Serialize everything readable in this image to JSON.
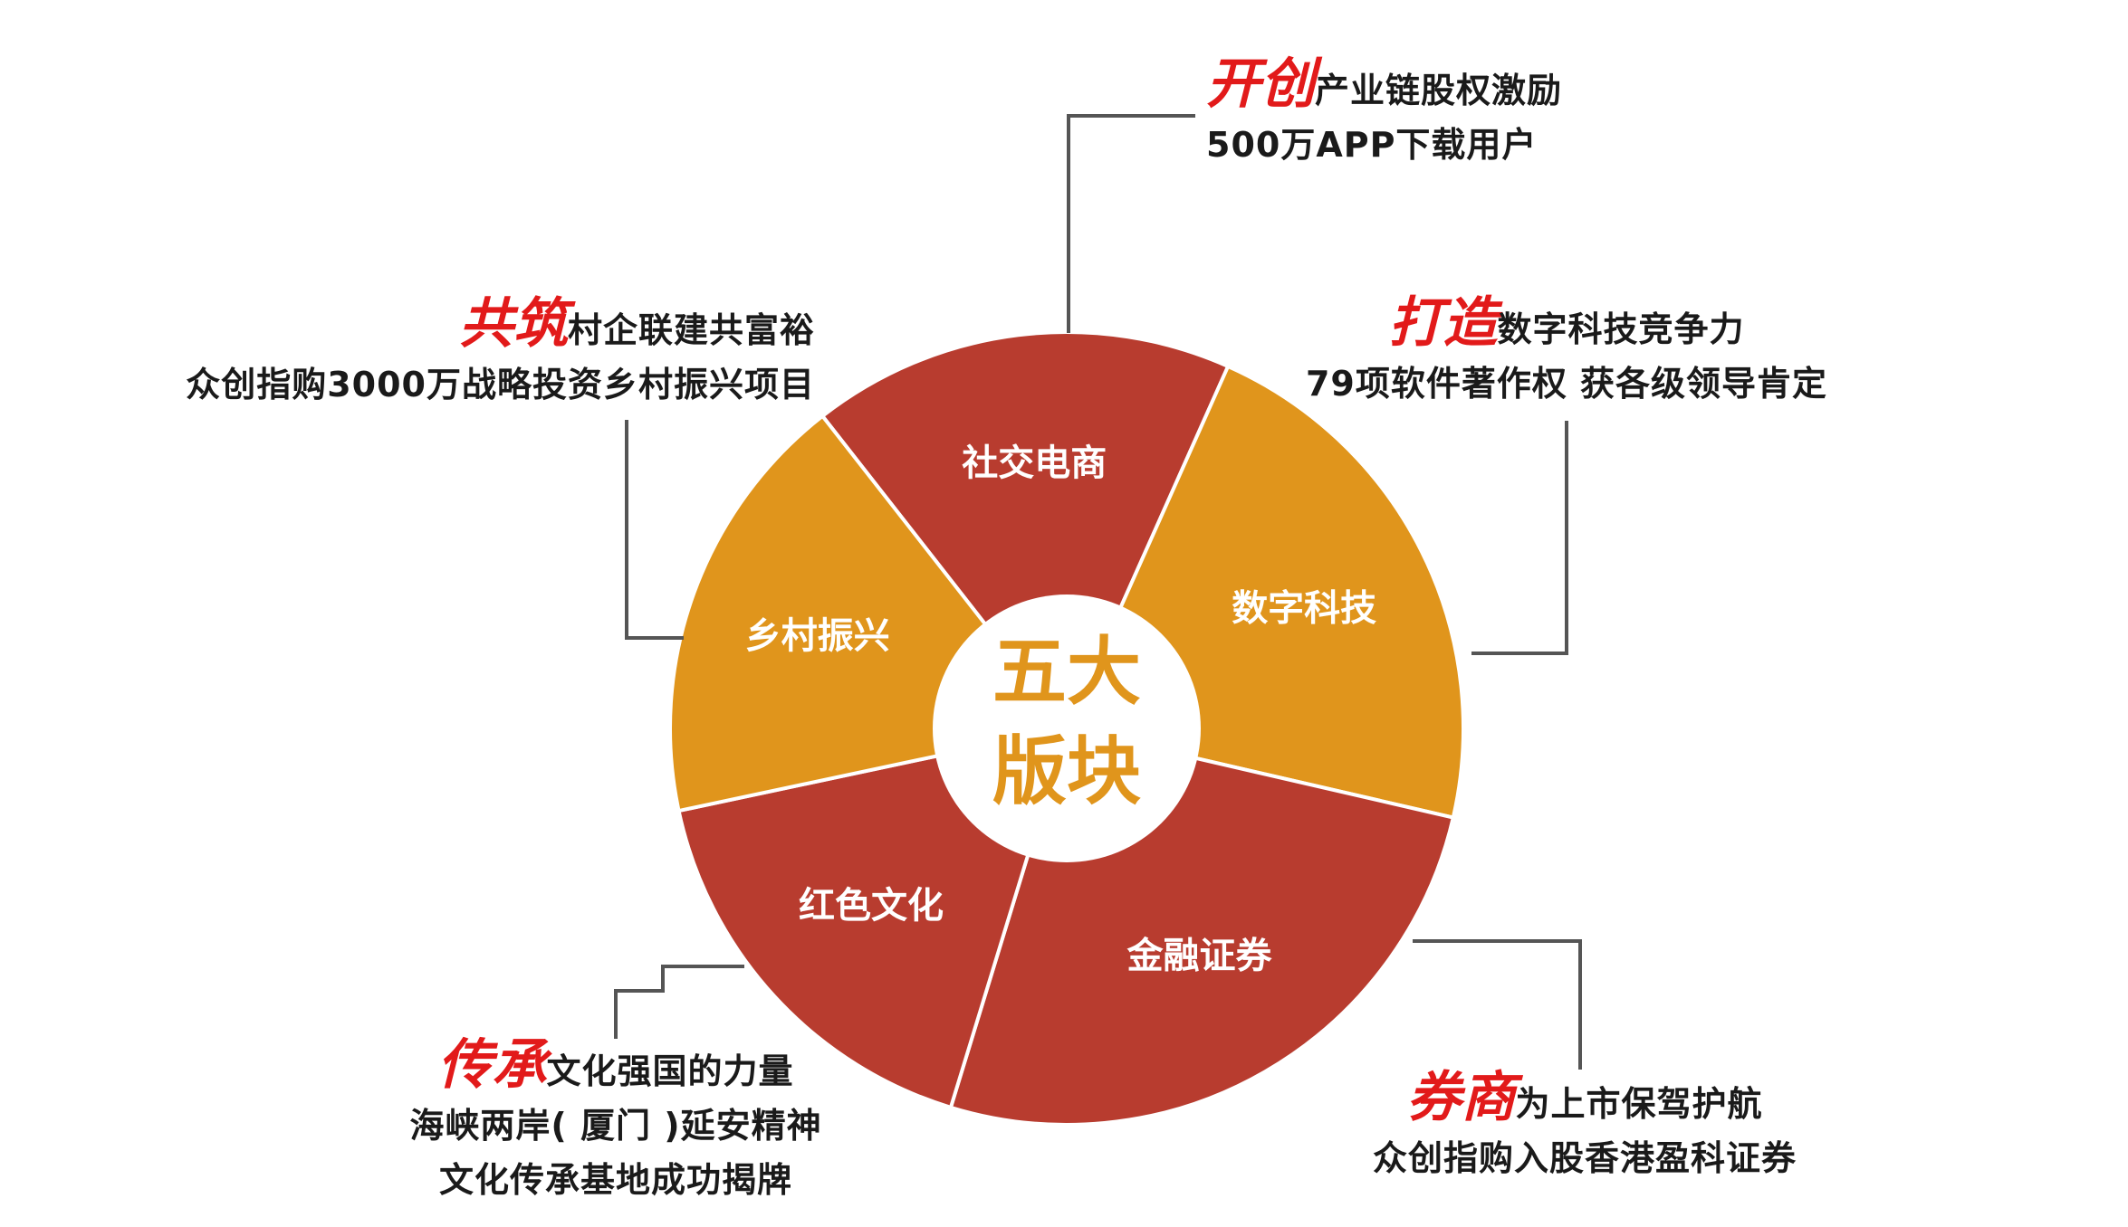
{
  "colors": {
    "red": "#b83c2f",
    "orange": "#e0951c",
    "center_text": "#e0951c",
    "keyword": "#e21a1a",
    "connector": "#555555"
  },
  "center": {
    "line1": "五大",
    "line2": "版块"
  },
  "segments": [
    {
      "label": "社交电商",
      "color": "red"
    },
    {
      "label": "数字科技",
      "color": "orange"
    },
    {
      "label": "金融证券",
      "color": "red"
    },
    {
      "label": "红色文化",
      "color": "red"
    },
    {
      "label": "乡村振兴",
      "color": "orange"
    }
  ],
  "annotations": {
    "social": {
      "keyword": "开创",
      "line1": "产业链股权激励",
      "line2": "500万APP下载用户"
    },
    "digital": {
      "keyword": "打造",
      "line1": "数字科技竞争力",
      "line2": "79项软件著作权  获各级领导肯定"
    },
    "finance": {
      "keyword": "券商",
      "line1": "为上市保驾护航",
      "line2": "众创指购入股香港盈科证券"
    },
    "culture": {
      "keyword": "传承",
      "line1": "文化强国的力量",
      "line2": "海峡两岸( 厦门 )延安精神",
      "line3": "文化传承基地成功揭牌"
    },
    "rural": {
      "keyword": "共筑",
      "line1": "村企联建共富裕",
      "line2": "众创指购3000万战略投资乡村振兴项目"
    }
  }
}
